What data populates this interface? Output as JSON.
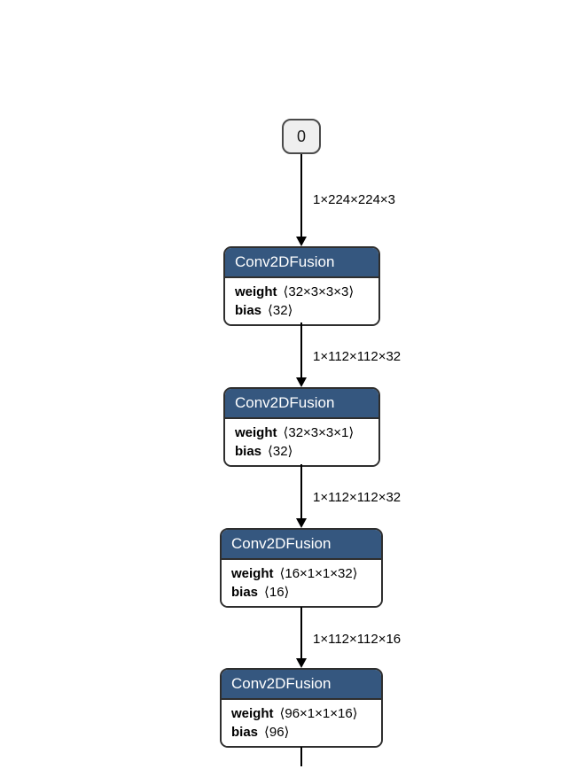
{
  "graph": {
    "input_node": {
      "label": "0"
    },
    "nodes": [
      {
        "title": "Conv2DFusion",
        "params": [
          {
            "name": "weight",
            "value": "⟨32×3×3×3⟩"
          },
          {
            "name": "bias",
            "value": "⟨32⟩"
          }
        ]
      },
      {
        "title": "Conv2DFusion",
        "params": [
          {
            "name": "weight",
            "value": "⟨32×3×3×1⟩"
          },
          {
            "name": "bias",
            "value": "⟨32⟩"
          }
        ]
      },
      {
        "title": "Conv2DFusion",
        "params": [
          {
            "name": "weight",
            "value": "⟨16×1×1×32⟩"
          },
          {
            "name": "bias",
            "value": "⟨16⟩"
          }
        ]
      },
      {
        "title": "Conv2DFusion",
        "params": [
          {
            "name": "weight",
            "value": "⟨96×1×1×16⟩"
          },
          {
            "name": "bias",
            "value": "⟨96⟩"
          }
        ]
      }
    ],
    "edges": [
      {
        "label": "1×224×224×3"
      },
      {
        "label": "1×112×112×32"
      },
      {
        "label": "1×112×112×32"
      },
      {
        "label": "1×112×112×16"
      }
    ],
    "colors": {
      "node_header": "#35577f",
      "node_border": "#2e2e2e",
      "input_fill": "#efefef",
      "input_border": "#4a4a4a",
      "edge": "#000000",
      "canvas_bg": "#ffffff"
    }
  }
}
